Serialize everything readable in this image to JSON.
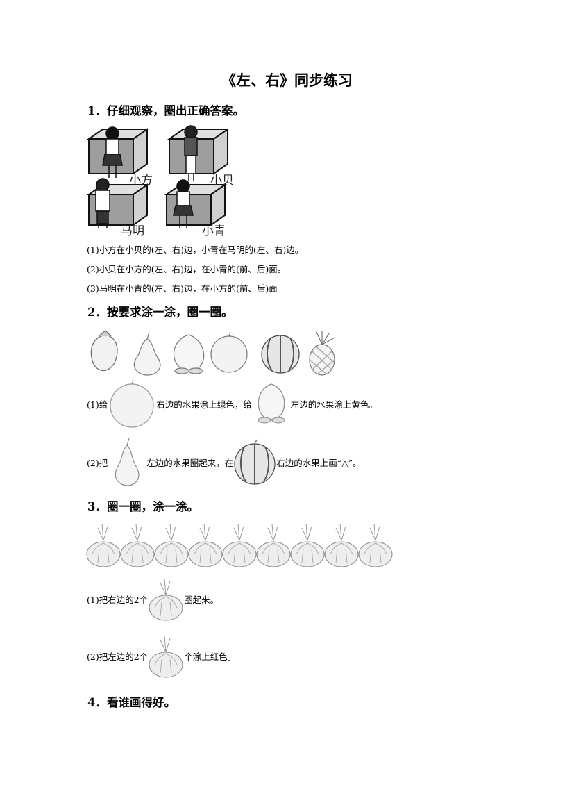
{
  "title": "《左、右》同步练习",
  "section1": {
    "heading": "1．仔细观察，圈出正确答案。",
    "names": [
      "小方",
      "小贝",
      "马明",
      "小青"
    ],
    "questions": [
      "(1)小方在小贝的(左、右)边，小青在马明的(左、右)边。",
      "(2)小贝在小方的(左、右)边，在小青的(前、后)面。",
      "(3)马明在小青的(左、右)边，在小方的(前、后)面。"
    ]
  },
  "section2": {
    "heading": "2．按要求涂一涂，圈一圈。",
    "fruits": [
      "strawberry-icon",
      "pear-icon",
      "peach-icon",
      "apple-icon",
      "watermelon-icon",
      "pineapple-icon"
    ],
    "q1": {
      "prefix": "(1)给",
      "mid": "右边的水果涂上绿色，给",
      "suffix": "左边的水果涂上黄色。"
    },
    "q2": {
      "prefix": "(2)把",
      "mid": "左边的水果圈起来，在",
      "suffix": "右边的水果上画“△”。"
    }
  },
  "section3": {
    "heading": "3．圈一圈，涂一涂。",
    "count": 9,
    "q1": {
      "prefix": "(1)把右边的2个",
      "suffix": "圈起来。"
    },
    "q2": {
      "prefix": "(2)把左边的2个",
      "suffix": "个涂上红色。"
    }
  },
  "section4": {
    "heading": "4．看谁画得好。"
  }
}
